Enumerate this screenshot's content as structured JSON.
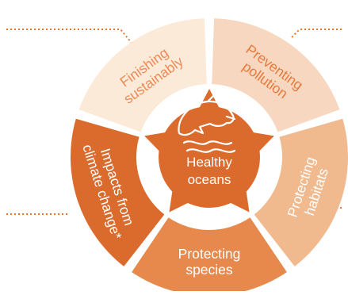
{
  "center": {
    "label_line1": "Healthy",
    "label_line2": "oceans",
    "icon": "dolphin-icon",
    "color": "#DB6B2C"
  },
  "segments": [
    {
      "id": "finishing-sustainably",
      "line1": "Finishing",
      "line2": "sustainably",
      "fill": "#FCEAD9",
      "text_color": "#EB8A55"
    },
    {
      "id": "preventing-pollution",
      "line1": "Preventing",
      "line2": "pollution",
      "fill": "#F7D7BF",
      "text_color": "#E77A3C"
    },
    {
      "id": "protecting-habitats",
      "line1": "Protecting",
      "line2": "habitats",
      "fill": "#F0B98E",
      "text_color": "#FFFFFF"
    },
    {
      "id": "protecting-species",
      "line1": "Protecting",
      "line2": "species",
      "fill": "#E7894D",
      "text_color": "#FFFFFF"
    },
    {
      "id": "impacts-climate-change",
      "line1": "Impacts from",
      "line2": "climate change*",
      "fill": "#DB6B2C",
      "text_color": "#FFFFFF"
    }
  ],
  "colors": {
    "connector": "#E8742F",
    "ring_inner": "#ffffff"
  }
}
